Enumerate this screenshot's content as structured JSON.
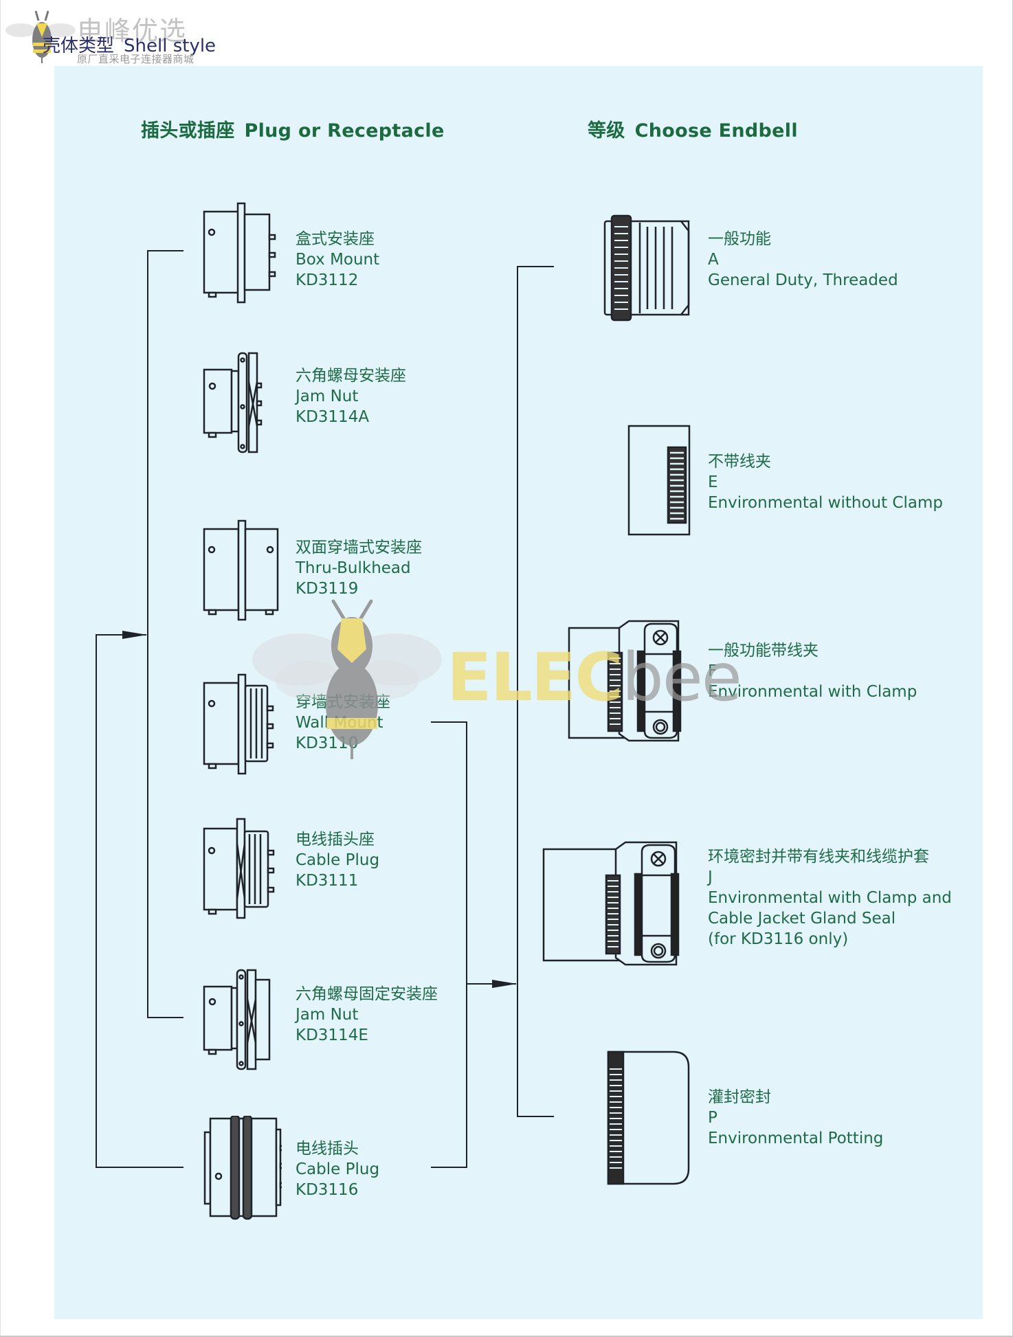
{
  "page": {
    "title_zh": "壳体类型",
    "title_en": "Shell style"
  },
  "watermark": {
    "brand_zh": "电峰优选",
    "tagline_zh": "原厂直采电子连接器商城",
    "logo_yellow": "ELEC",
    "logo_gray": "bee"
  },
  "left_column": {
    "heading_zh": "插头或插座",
    "heading_en": "Plug or Receptacle",
    "items": [
      {
        "zh": "盒式安装座",
        "en": "Box Mount",
        "code": "KD3112",
        "icon": "box-mount-receptacle-icon"
      },
      {
        "zh": "六角螺母安装座",
        "en": "Jam Nut",
        "code": "KD3114A",
        "icon": "jam-nut-receptacle-icon"
      },
      {
        "zh": "双面穿墙式安装座",
        "en": "Thru-Bulkhead",
        "code": "KD3119",
        "icon": "thru-bulkhead-receptacle-icon"
      },
      {
        "zh": "穿墙式安装座",
        "en": "Wall Mount",
        "code": "KD3110",
        "icon": "wall-mount-receptacle-icon"
      },
      {
        "zh": "电线插头座",
        "en": "Cable Plug",
        "code": "KD3111",
        "icon": "cable-plug-receptacle-icon"
      },
      {
        "zh": "六角螺母固定安装座",
        "en": "Jam Nut",
        "code": "KD3114E",
        "icon": "jam-nut-fixed-receptacle-icon"
      },
      {
        "zh": "电线插头",
        "en": "Cable Plug",
        "code": "KD3116",
        "icon": "cable-plug-icon"
      }
    ]
  },
  "right_column": {
    "heading_zh": "等级",
    "heading_en": "Choose Endbell",
    "items": [
      {
        "zh": "一般功能",
        "letter": "A",
        "en": [
          "General Duty, Threaded"
        ],
        "icon": "threaded-endbell-icon"
      },
      {
        "zh": "不带线夹",
        "letter": "E",
        "en": [
          "Environmental without Clamp"
        ],
        "icon": "environmental-endbell-icon"
      },
      {
        "zh": "一般功能带线夹",
        "letter": "F",
        "en": [
          "Environmental with Clamp"
        ],
        "icon": "clamp-endbell-icon"
      },
      {
        "zh": "环境密封并带有线夹和线缆护套",
        "letter": "J",
        "en": [
          "Environmental with Clamp and",
          "Cable Jacket Gland Seal",
          "(for KD3116 only)"
        ],
        "icon": "gland-seal-endbell-icon"
      },
      {
        "zh": "灌封密封",
        "letter": "P",
        "en": [
          "Environmental Potting"
        ],
        "icon": "potting-endbell-icon"
      }
    ]
  },
  "colors": {
    "panel_bg": "#e3f4fb",
    "heading_green": "#1b6a40",
    "text_green": "#1f6b47",
    "line": "#1e2329",
    "title_navy": "#2a2f6b"
  }
}
